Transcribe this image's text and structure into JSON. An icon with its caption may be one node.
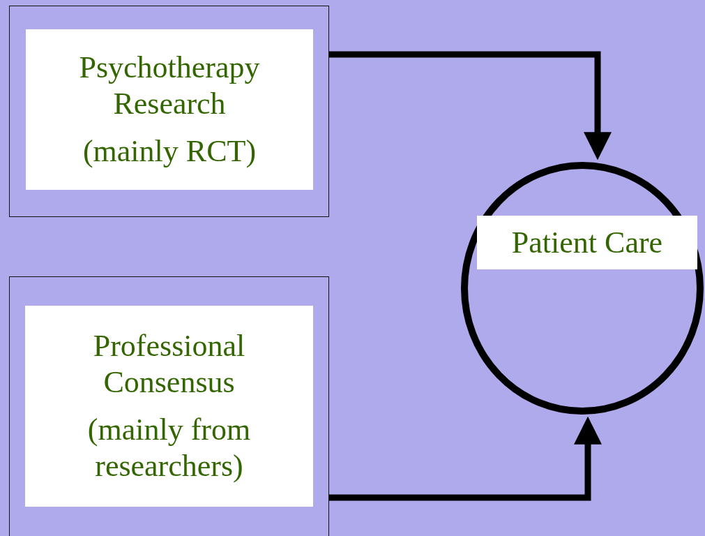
{
  "diagram": {
    "nodes": [
      {
        "text": [],
        "shape": "box"
      },
      {
        "text": [
          "Psychotherapy Research",
          "(mainly RCT)"
        ],
        "in": 0
      },
      {
        "text": [],
        "shape": "box"
      },
      {
        "text": [
          "Professional Consensus",
          "(mainly from researchers)"
        ],
        "in": 2
      },
      {
        "text": [
          "Patient Care"
        ]
      }
    ],
    "edges": [
      {
        "from": 0,
        "to": 4,
        "arrow": "to"
      },
      {
        "from": 2,
        "to": 4,
        "arrow": "to"
      }
    ]
  }
}
